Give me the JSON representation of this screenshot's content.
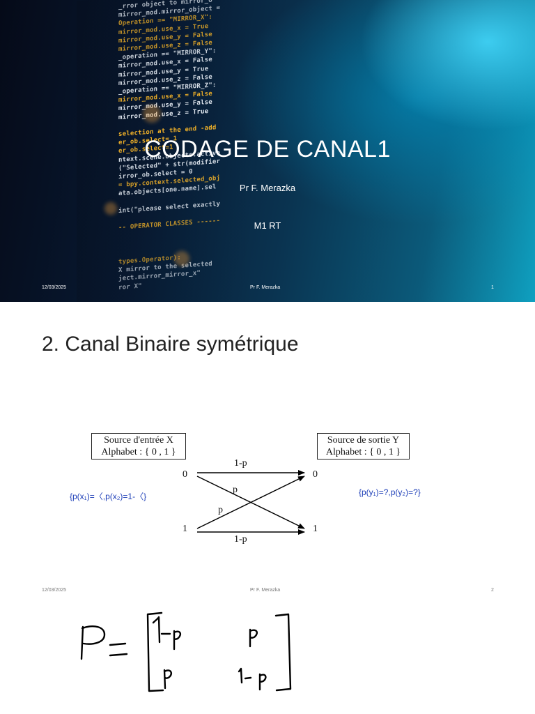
{
  "slide1": {
    "title": "CODAGE DE CANAL1",
    "author": "Pr F. Merazka",
    "course": "M1 RT",
    "footer": {
      "date": "12/03/2025",
      "author": "Pr F. Merazka",
      "page": "1"
    },
    "code_lines": [
      {
        "text": "_rror object to mirror_o",
        "color": "w"
      },
      {
        "text": "mirror_mod.mirror_object =",
        "color": "w"
      },
      {
        "text": "Operation == \"MIRROR_X\":",
        "color": "y"
      },
      {
        "text": "mirror_mod.use_x = True",
        "color": "y"
      },
      {
        "text": "mirror_mod.use_y = False",
        "color": "y"
      },
      {
        "text": "mirror_mod.use_z = False",
        "color": "y"
      },
      {
        "text": "_operation == \"MIRROR_Y\":",
        "color": "w"
      },
      {
        "text": "mirror_mod.use_x = False",
        "color": "w"
      },
      {
        "text": "mirror_mod.use_y = True",
        "color": "w"
      },
      {
        "text": "mirror_mod.use_z = False",
        "color": "w"
      },
      {
        "text": "_operation == \"MIRROR_Z\":",
        "color": "w"
      },
      {
        "text": "mirror_mod.use_x = False",
        "color": "y"
      },
      {
        "text": "mirror_mod.use_y = False",
        "color": "w"
      },
      {
        "text": "mirror_mod.use_z = True",
        "color": "w"
      },
      {
        "text": "",
        "color": "w"
      },
      {
        "text": "selection at the end -add",
        "color": "y"
      },
      {
        "text": "er_ob.select= 1",
        "color": "y"
      },
      {
        "text": "er_ob.select=1",
        "color": "y"
      },
      {
        "text": "ntext.scene.objects.active",
        "color": "w"
      },
      {
        "text": "(\"Selected\" + str(modifier",
        "color": "w"
      },
      {
        "text": "irror_ob.select = 0",
        "color": "w"
      },
      {
        "text": "= bpy.context.selected_obj",
        "color": "y"
      },
      {
        "text": "ata.objects[one.name].sel",
        "color": "w"
      },
      {
        "text": "",
        "color": "w"
      },
      {
        "text": "int(\"please select exactly",
        "color": "w"
      },
      {
        "text": "",
        "color": "w"
      },
      {
        "text": "-- OPERATOR CLASSES ------",
        "color": "y"
      },
      {
        "text": "",
        "color": "w"
      },
      {
        "text": "",
        "color": "w"
      },
      {
        "text": "",
        "color": "w"
      },
      {
        "text": "types.Operator):",
        "color": "y"
      },
      {
        "text": "X mirror to the selected",
        "color": "w"
      },
      {
        "text": "ject.mirror_mirror_x\"",
        "color": "w"
      },
      {
        "text": "ror X\"",
        "color": "w"
      }
    ]
  },
  "slide2": {
    "heading": "2. Canal Binaire symétrique",
    "input_box": {
      "line1": "Source d'entrée X",
      "line2": "Alphabet : { 0 , 1 }"
    },
    "output_box": {
      "line1": "Source de sortie Y",
      "line2": "Alphabet : { 0 , 1 }"
    },
    "input_prob": "{p(x₁)=〈,p(x₂)=1-〈}",
    "output_prob": "{p(y₁)=?,p(y₂)=?}",
    "symbols": {
      "in0": "0",
      "in1": "1",
      "out0": "0",
      "out1": "1"
    },
    "edge_labels": {
      "top": "1-p",
      "cross_a": "p",
      "cross_b": "p",
      "bottom": "1-p"
    },
    "footer": {
      "date": "12/03/2025",
      "author": "Pr F. Merazka",
      "page": "2"
    }
  }
}
